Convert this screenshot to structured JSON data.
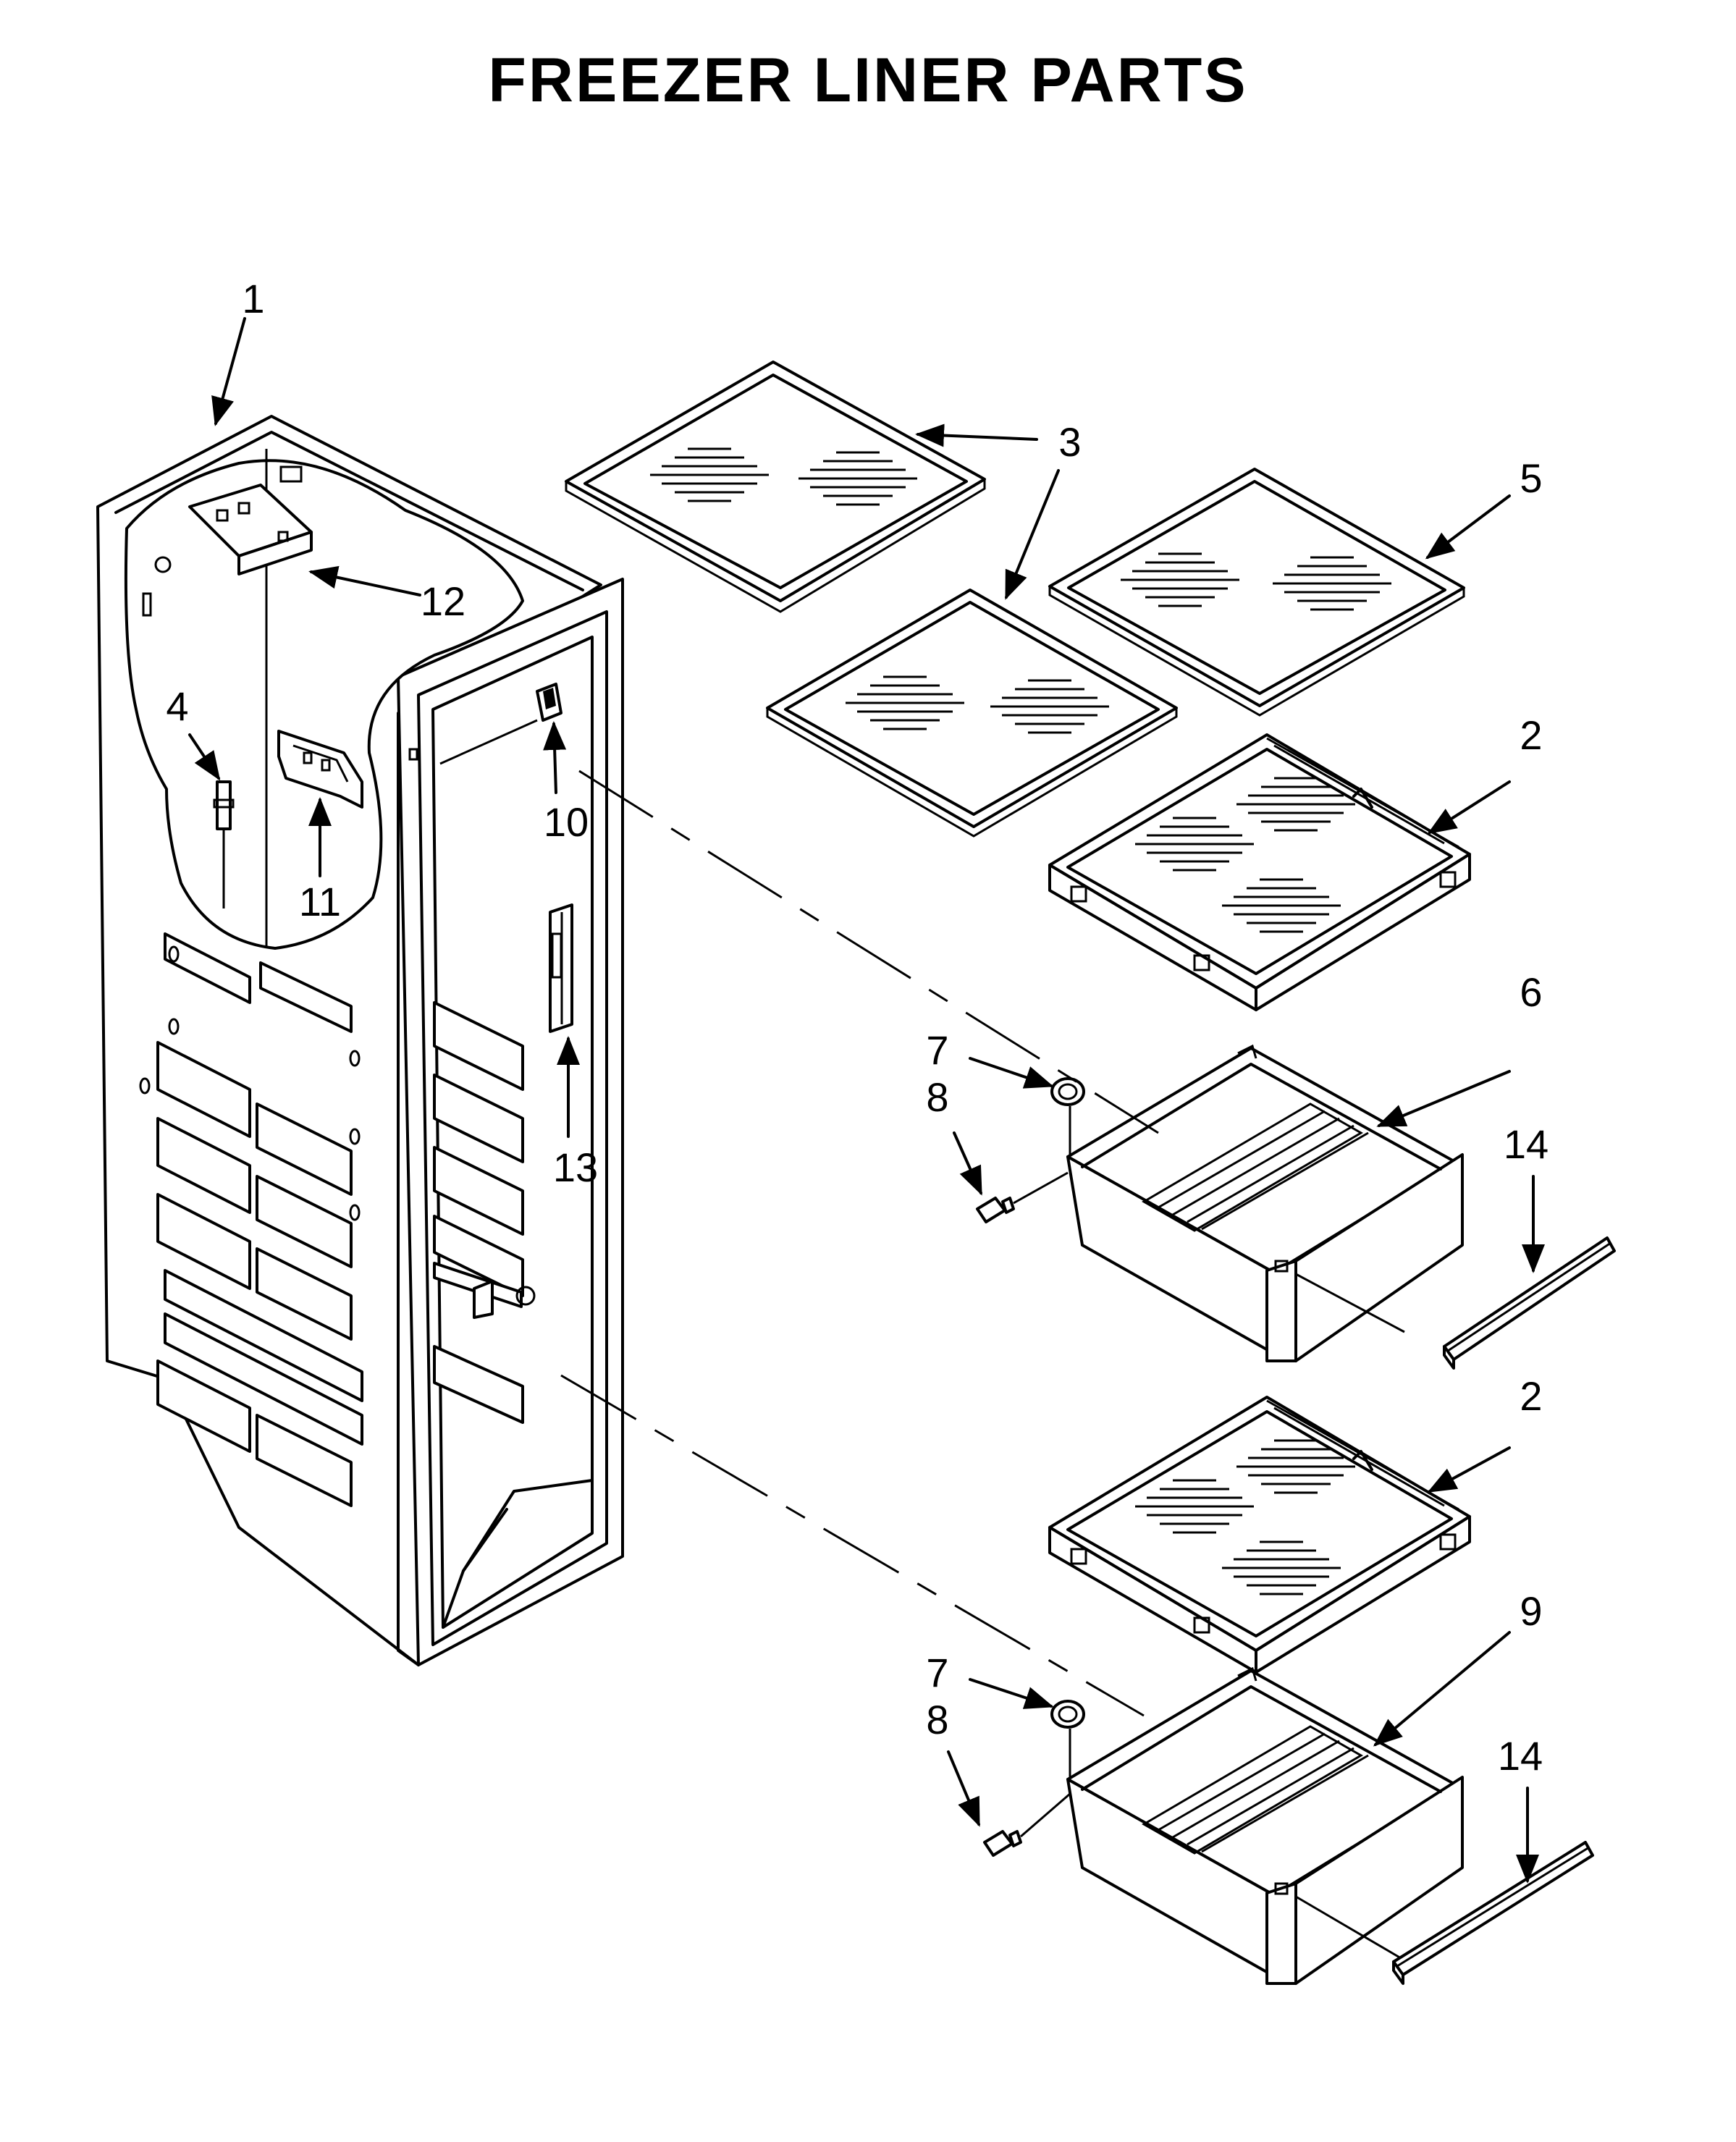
{
  "title": "FREEZER LINER PARTS",
  "callouts": {
    "c1": "1",
    "c2a": "2",
    "c2b": "2",
    "c3": "3",
    "c4": "4",
    "c5": "5",
    "c6": "6",
    "c7a": "7",
    "c7b": "7",
    "c8a": "8",
    "c8b": "8",
    "c9": "9",
    "c10": "10",
    "c11": "11",
    "c12": "12",
    "c13": "13",
    "c14a": "14",
    "c14b": "14"
  }
}
